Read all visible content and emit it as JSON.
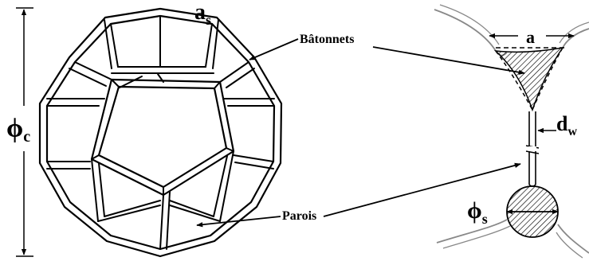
{
  "labels": {
    "cell_diameter_symbol": "ϕ",
    "cell_diameter_sub": "c",
    "strut_length_symbol": "a",
    "strut_length_sub": "s",
    "struts": "Bâtonnets",
    "walls": "Parois",
    "strut_side": "a",
    "wall_thickness_symbol": "d",
    "wall_thickness_sub": "w",
    "strut_diameter_symbol": "ϕ",
    "strut_diameter_sub": "s"
  },
  "colors": {
    "line": "#000000",
    "background": "#ffffff",
    "strut_edge": "#8a8a8a"
  }
}
